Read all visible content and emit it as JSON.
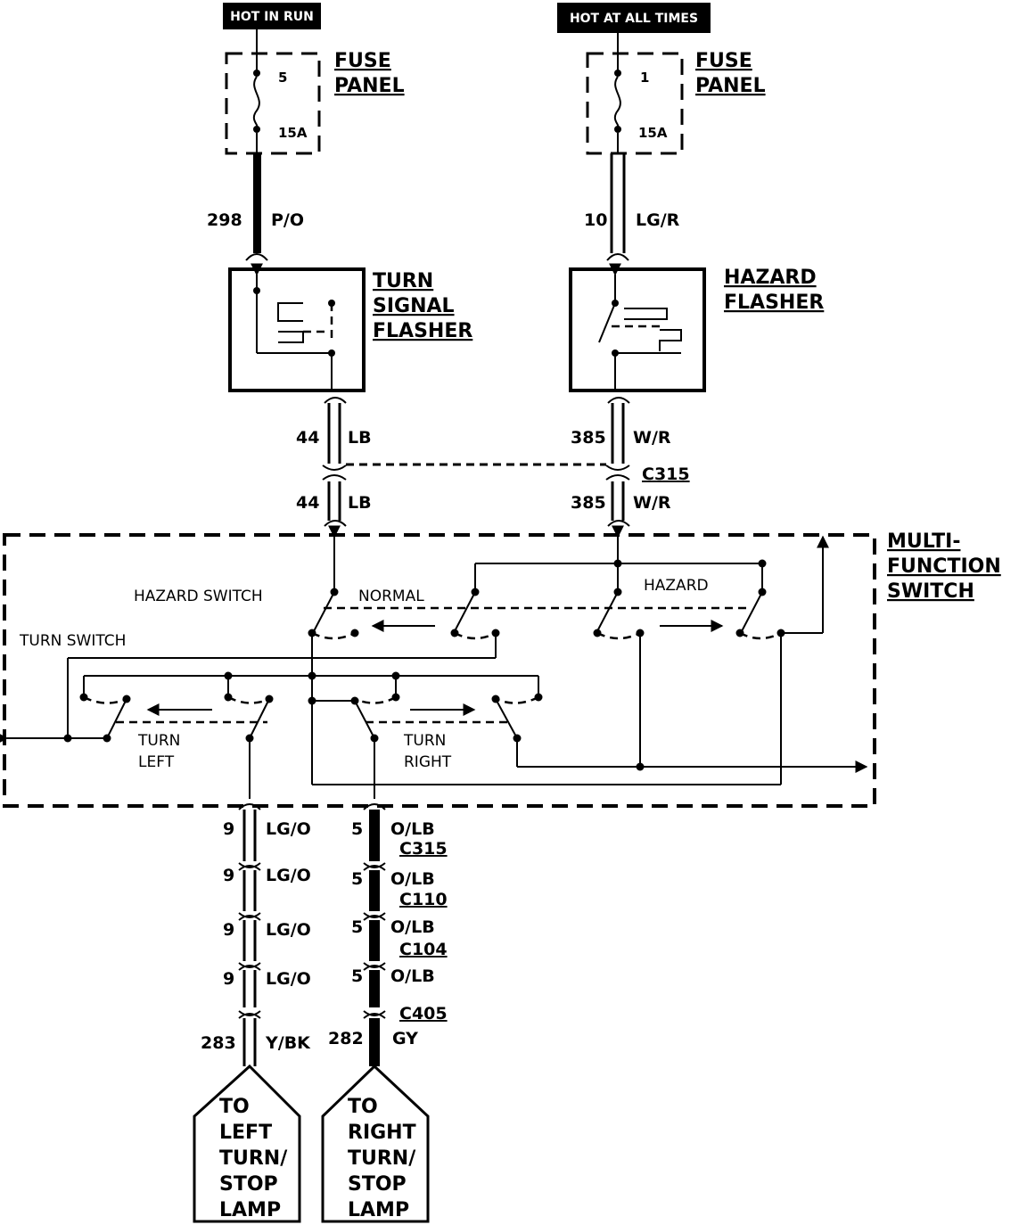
{
  "sources": {
    "left_tag": "HOT IN RUN",
    "right_tag": "HOT AT ALL TIMES"
  },
  "fuse_left": {
    "label_line1": "FUSE",
    "label_line2": "PANEL",
    "number": "5",
    "rating": "15A"
  },
  "fuse_right": {
    "label_line1": "FUSE",
    "label_line2": "PANEL",
    "number": "1",
    "rating": "15A"
  },
  "wires": {
    "w298": {
      "circuit": "298",
      "color": "P/O"
    },
    "w10": {
      "circuit": "10",
      "color": "LG/R"
    },
    "w44a": {
      "circuit": "44",
      "color": "LB"
    },
    "w44b": {
      "circuit": "44",
      "color": "LB"
    },
    "w385a": {
      "circuit": "385",
      "color": "W/R"
    },
    "w385b": {
      "circuit": "385",
      "color": "W/R"
    },
    "left_run": [
      {
        "circuit": "9",
        "color": "LG/O"
      },
      {
        "circuit": "9",
        "color": "LG/O"
      },
      {
        "circuit": "9",
        "color": "LG/O"
      },
      {
        "circuit": "9",
        "color": "LG/O"
      },
      {
        "circuit": "283",
        "color": "Y/BK"
      }
    ],
    "right_run": [
      {
        "circuit": "5",
        "color": "O/LB"
      },
      {
        "circuit": "5",
        "color": "O/LB"
      },
      {
        "circuit": "5",
        "color": "O/LB"
      },
      {
        "circuit": "5",
        "color": "O/LB"
      },
      {
        "circuit": "282",
        "color": "GY"
      }
    ]
  },
  "connectors": {
    "c315_top": "C315",
    "right_connectors": [
      "C315",
      "C110",
      "C104",
      "C405"
    ]
  },
  "turn_flasher": {
    "line1": "TURN",
    "line2": "SIGNAL",
    "line3": "FLASHER"
  },
  "hazard_flasher": {
    "line1": "HAZARD",
    "line2": "FLASHER"
  },
  "mfs": {
    "label_line1": "MULTI-",
    "label_line2": "FUNCTION",
    "label_line3": "SWITCH",
    "hazard_switch": "HAZARD SWITCH",
    "normal": "NORMAL",
    "hazard": "HAZARD",
    "turn_switch": "TURN SWITCH",
    "turn_left_1": "TURN",
    "turn_left_2": "LEFT",
    "turn_right_1": "TURN",
    "turn_right_2": "RIGHT"
  },
  "lamp_left": {
    "line1": "TO",
    "line2": "LEFT",
    "line3": "TURN/",
    "line4": "STOP",
    "line5": "LAMP"
  },
  "lamp_right": {
    "line1": "TO",
    "line2": "RIGHT",
    "line3": "TURN/",
    "line4": "STOP",
    "line5": "LAMP"
  }
}
